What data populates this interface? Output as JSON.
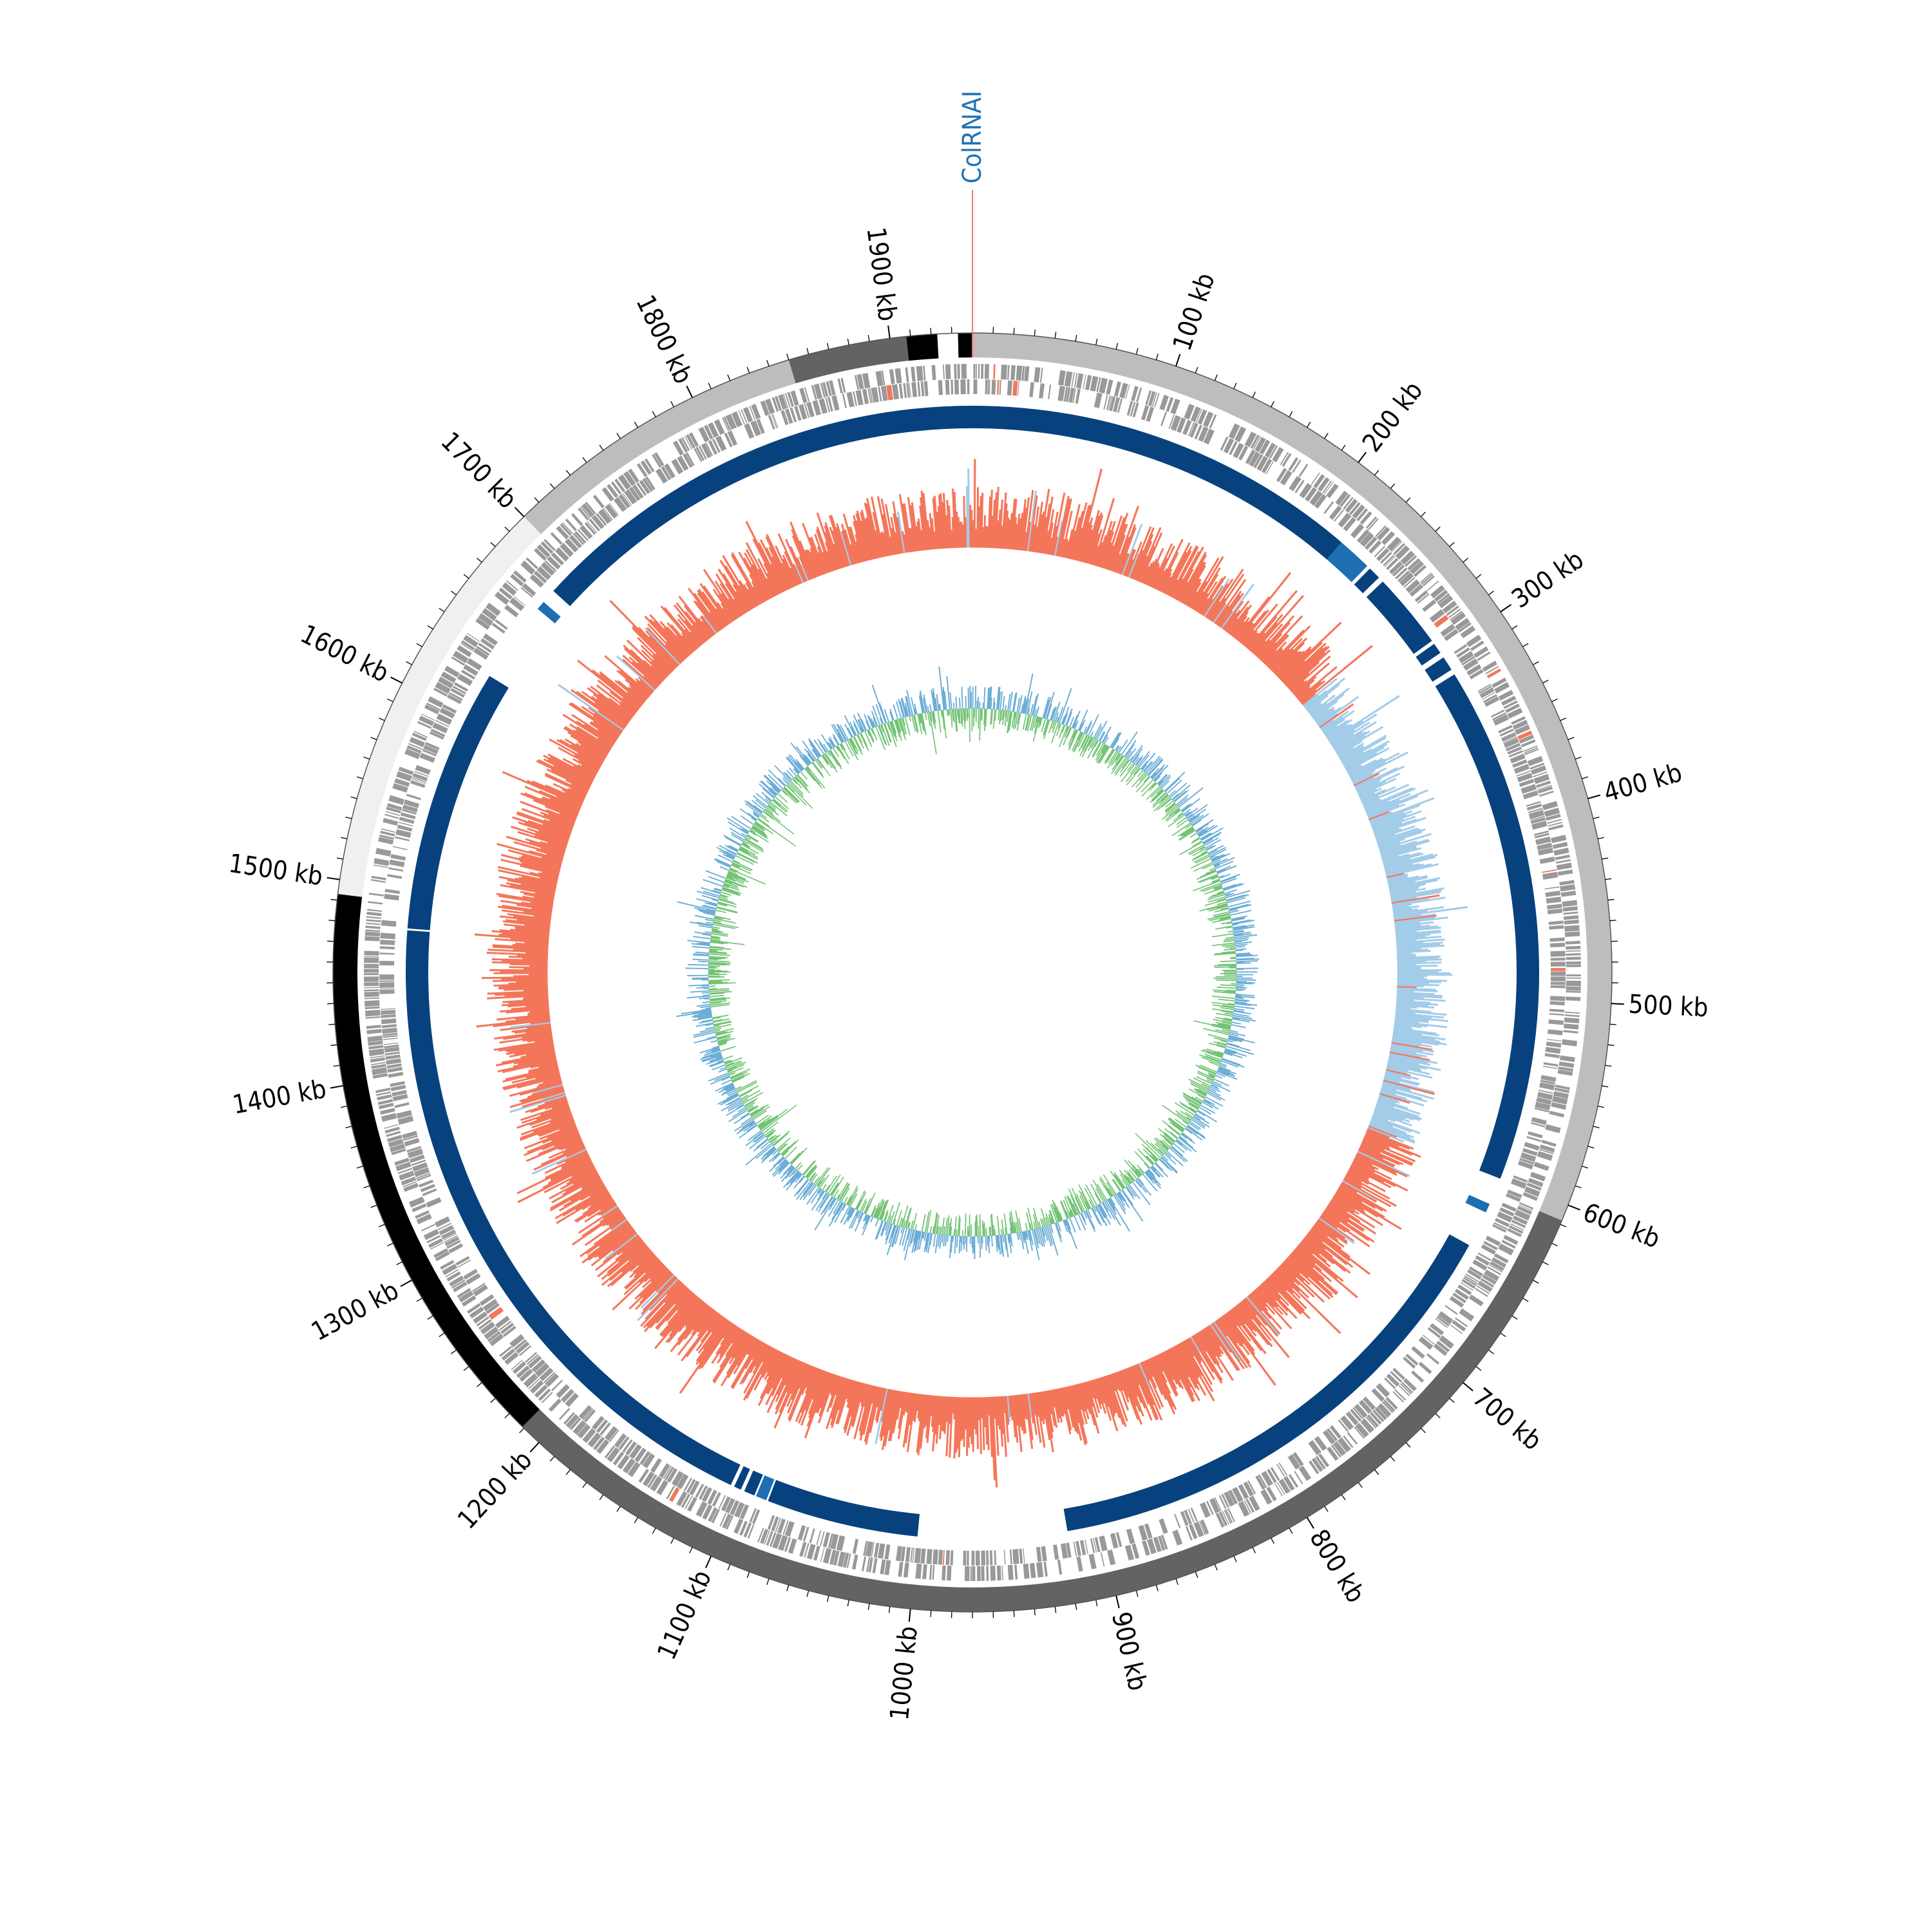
{
  "chart_data": {
    "type": "circular-genome-map",
    "genome_length_kb": 1940,
    "tick_labels": [
      "100 kb",
      "200 kb",
      "300 kb",
      "400 kb",
      "500 kb",
      "600 kb",
      "700 kb",
      "800 kb",
      "900 kb",
      "1000 kb",
      "1100 kb",
      "1200 kb",
      "1300 kb",
      "1400 kb",
      "1500 kb",
      "1600 kb",
      "1700 kb",
      "1800 kb",
      "1900 kb"
    ],
    "major_ticks_kb": [
      100,
      200,
      300,
      400,
      500,
      600,
      700,
      800,
      900,
      1000,
      1100,
      1200,
      1300,
      1400,
      1500,
      1600,
      1700,
      1800,
      1900
    ],
    "feature_label": {
      "text": "ColRNAI",
      "position_kb": 1940,
      "line_color": "#f4765a",
      "text_color": "#1f73b5"
    },
    "outer_ring_segments_kb": [
      {
        "start": 0,
        "end": 608,
        "color": "#bdbdbd"
      },
      {
        "start": 608,
        "end": 1211,
        "color": "#636363"
      },
      {
        "start": 1211,
        "end": 1493,
        "color": "#000000"
      },
      {
        "start": 1493,
        "end": 1700,
        "color": "#f0f0f0"
      },
      {
        "start": 1700,
        "end": 1850,
        "color": "#bdbdbd"
      },
      {
        "start": 1850,
        "end": 1908,
        "color": "#636363"
      },
      {
        "start": 1908,
        "end": 1923,
        "color": "#000000"
      },
      {
        "start": 1923,
        "end": 1933,
        "color": "#ffffff"
      },
      {
        "start": 1933,
        "end": 1940,
        "color": "#000000"
      }
    ],
    "homology_ring_segments_kb": [
      {
        "start": 0,
        "end": 219,
        "color": "#08427e"
      },
      {
        "start": 219,
        "end": 238,
        "color": "#1d6eb2"
      },
      {
        "start": 240,
        "end": 247,
        "color": "#08427e"
      },
      {
        "start": 250,
        "end": 292,
        "color": "#08427e"
      },
      {
        "start": 294,
        "end": 300,
        "color": "#08427e"
      },
      {
        "start": 303,
        "end": 311,
        "color": "#08427e"
      },
      {
        "start": 314,
        "end": 600,
        "color": "#08427e"
      },
      {
        "start": 615,
        "end": 620,
        "color": "#1d6eb2"
      },
      {
        "start": 640,
        "end": 918,
        "color": "#08427e"
      },
      {
        "start": 1000,
        "end": 1084,
        "color": "#08427e"
      },
      {
        "start": 1085,
        "end": 1091,
        "color": "#1d6eb2"
      },
      {
        "start": 1092,
        "end": 1098,
        "color": "#08427e"
      },
      {
        "start": 1100,
        "end": 1104,
        "color": "#08427e"
      },
      {
        "start": 1106,
        "end": 1478,
        "color": "#08427e"
      },
      {
        "start": 1479,
        "end": 1625,
        "color": "#08427e"
      },
      {
        "start": 1670,
        "end": 1675,
        "color": "#1d6eb2"
      },
      {
        "start": 1683,
        "end": 1940,
        "color": "#08427e"
      }
    ],
    "gc_skew_track": {
      "positive_color": "#a3cce9",
      "negative_color": "#f4765a",
      "positive_region_kb": [
        275,
        600
      ]
    },
    "gc_content_track": {
      "positive_color": "#6caed6",
      "negative_color": "#74c476"
    },
    "cds_color": "#999999",
    "rna_color": "#f4765a",
    "tick_color": "#000000",
    "colors": {
      "ring_light": "#bdbdbd",
      "ring_dark": "#636363",
      "ring_black": "#000000",
      "ring_pale": "#f0f0f0",
      "homology_dark": "#08427e",
      "homology_mid": "#1d6eb2"
    }
  }
}
